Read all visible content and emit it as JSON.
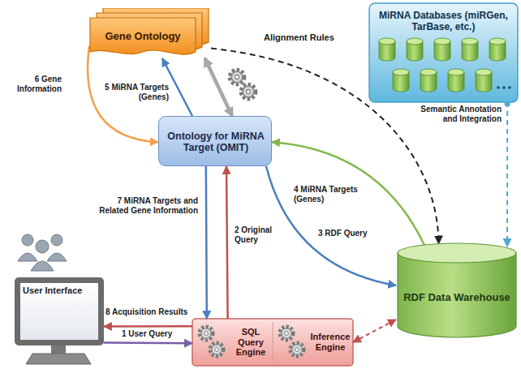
{
  "diagram": {
    "nodes": [
      {
        "text": [
          "Gene Ontology"
        ]
      },
      {
        "text": [
          "MiRNA Databases (miRGen, TarBase, etc.)"
        ]
      },
      {
        "text": [
          "Ontology for MiRNA Target (OMIT)"
        ]
      },
      {
        "text": [
          "User Interface"
        ]
      },
      {
        "text": [
          "SQL Query Engine",
          "Inference Engine"
        ]
      },
      {
        "text": [
          "RDF Data Warehouse"
        ]
      }
    ],
    "edges": [
      {
        "from": 0,
        "to": 2,
        "label": "6 Gene Information",
        "arrow": "to"
      },
      {
        "from": 2,
        "to": 0,
        "label": "5 MiRNA Targets (Genes)",
        "arrow": "to"
      },
      {
        "from": 0,
        "to": 2,
        "arrow": "both"
      },
      {
        "from": 0,
        "to": 5,
        "label": "Alignment Rules",
        "arrow": "to"
      },
      {
        "from": 5,
        "to": 2,
        "label": "4 MiRNA Targets (Genes)",
        "arrow": "to"
      },
      {
        "from": 2,
        "to": 5,
        "label": "3 RDF Query",
        "arrow": "to"
      },
      {
        "from": 2,
        "to": 4,
        "label": "7 MiRNA Targets and Related Gene Information",
        "arrow": "to"
      },
      {
        "from": 4,
        "to": 2,
        "label": "2 Original Query",
        "arrow": "to"
      },
      {
        "from": 4,
        "to": 3,
        "label": "8 Acquisition Results",
        "arrow": "to"
      },
      {
        "from": 3,
        "to": 4,
        "label": "1 User Query",
        "arrow": "to"
      },
      {
        "from": 1,
        "to": 5,
        "label": "Semantic Annotation and Integration",
        "arrow": "to"
      },
      {
        "from": 4,
        "to": 5,
        "arrow": "both"
      }
    ]
  }
}
